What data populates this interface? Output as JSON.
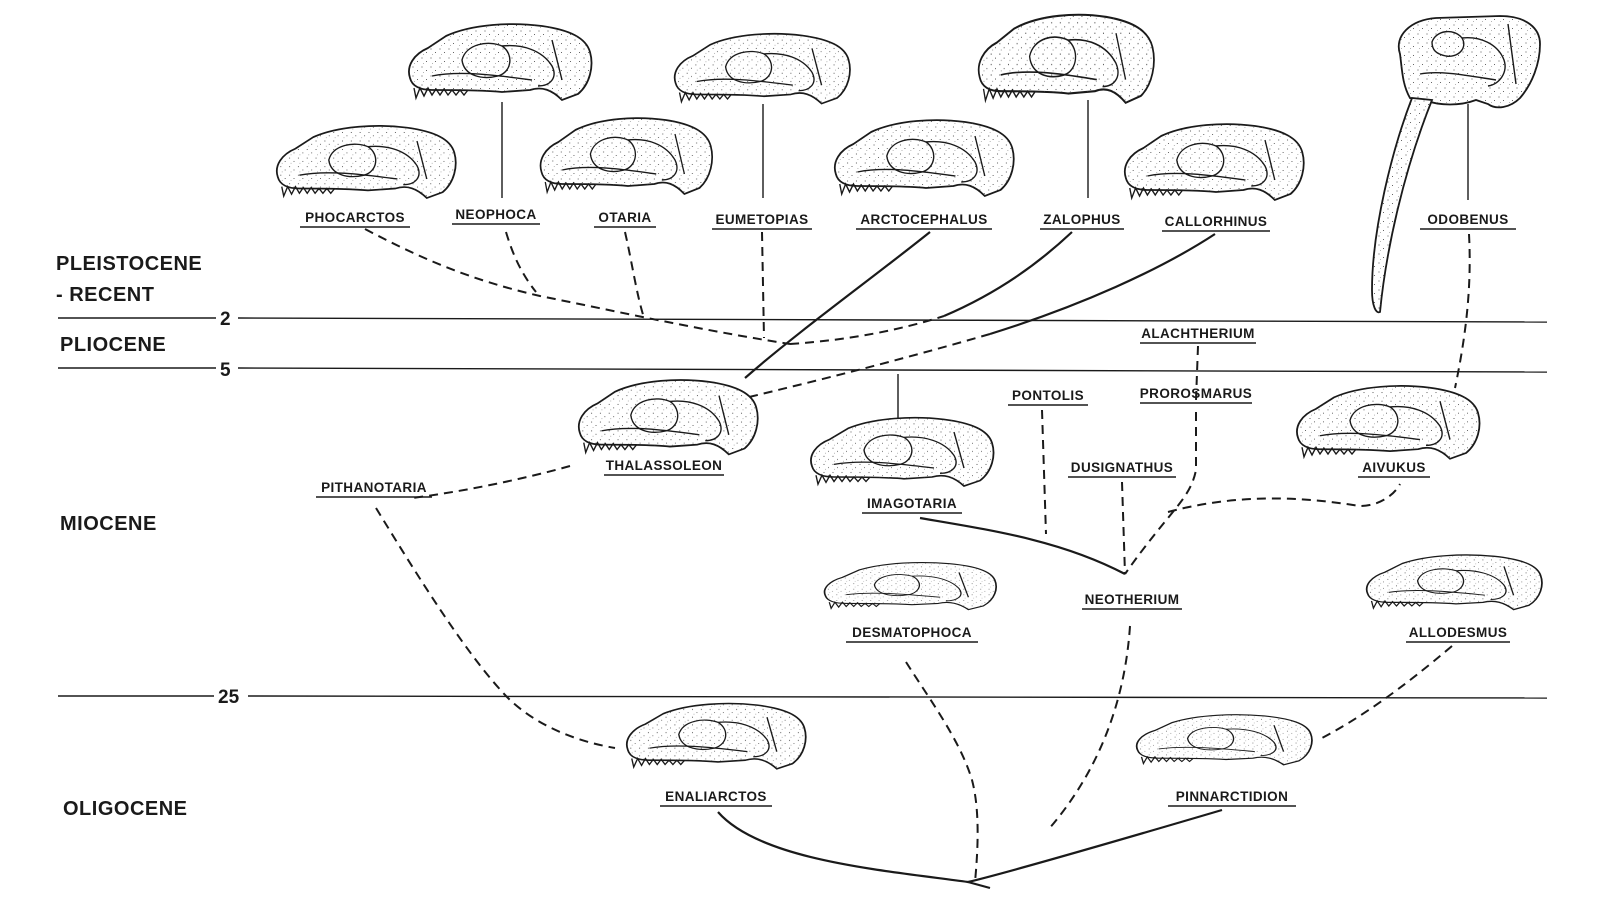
{
  "epochs": {
    "pleistocene_line1": "PLEISTOCENE",
    "pleistocene_line2": "- RECENT",
    "pliocene": "PLIOCENE",
    "miocene": "MIOCENE",
    "oligocene": "OLIGOCENE"
  },
  "time_ticks": {
    "t2": "2",
    "t5": "5",
    "t25": "25"
  },
  "taxa": {
    "phocarctos": "PHOCARCTOS",
    "neophoca": "NEOPHOCA",
    "otaria": "OTARIA",
    "eumetopias": "EUMETOPIAS",
    "arctocephalus": "ARCTOCEPHALUS",
    "zalophus": "ZALOPHUS",
    "callorhinus": "CALLORHINUS",
    "odobenus": "ODOBENUS",
    "alachtherium": "ALACHTHERIUM",
    "pontolis": "PONTOLIS",
    "prorosmarus": "PROROSMARUS",
    "thalassoleon": "THALASSOLEON",
    "pithanotaria": "PITHANOTARIA",
    "imagotaria": "IMAGOTARIA",
    "dusignathus": "DUSIGNATHUS",
    "aivukus": "AIVUKUS",
    "neotherium": "NEOTHERIUM",
    "desmatophoca": "DESMATOPHOCA",
    "allodesmus": "ALLODESMUS",
    "enaliarctos": "ENALIARCTOS",
    "pinnarctidion": "PINNARCTIDION"
  },
  "icons": {
    "skull": "skull-drawing-icon",
    "tusk": "walrus-tusk-icon"
  }
}
